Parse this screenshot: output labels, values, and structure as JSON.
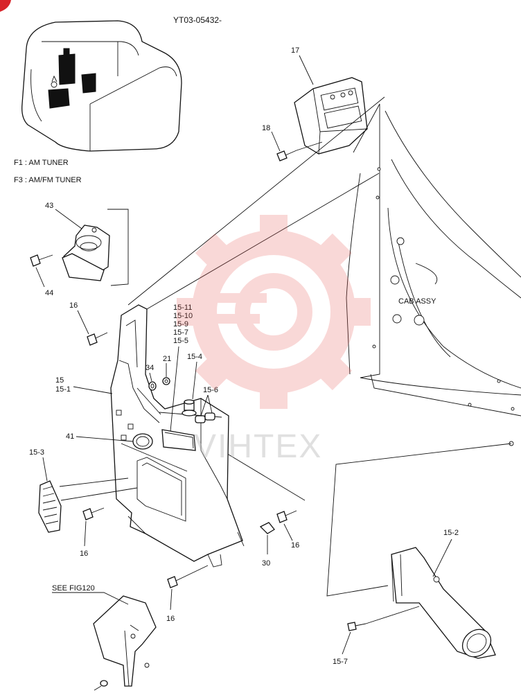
{
  "doc_code": "YT03-05432-",
  "notes": {
    "f1": "F1 : AM TUNER",
    "f3": "F3 : AM/FM TUNER"
  },
  "see_fig": "SEE FIG120",
  "cab_assy": "CAB ASSY",
  "watermark": {
    "brand": "VIHTEX",
    "color": "#e8534f"
  },
  "labels": {
    "p17": "17",
    "p18": "18",
    "p43": "43",
    "p44": "44",
    "p16a": "16",
    "p16b": "16",
    "p16c": "16",
    "p16d": "16",
    "p34": "34",
    "p21": "21",
    "p15_11": "15-11",
    "p15_10": "15-10",
    "p15_9": "15-9",
    "p15_7a": "15-7",
    "p15_5": "15-5",
    "p15_4": "15-4",
    "p15_6": "15-6",
    "p15": "15",
    "p15_1": "15-1",
    "p41": "41",
    "p15_3": "15-3",
    "p30": "30",
    "p15_2": "15-2",
    "p15_7b": "15-7"
  }
}
